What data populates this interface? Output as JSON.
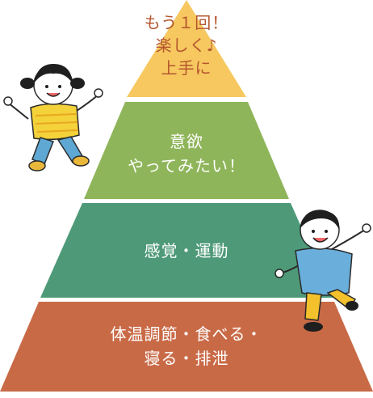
{
  "pyramid": {
    "levels": [
      {
        "id": "top",
        "lines": [
          "もう１回！",
          "楽しく♪",
          "上手に"
        ],
        "fill": "#f6c85f",
        "text_color": "#b5562f"
      },
      {
        "id": "motivation",
        "lines": [
          "意欲",
          "やってみたい！"
        ],
        "fill": "#8fb55a",
        "text_color": "#ffffff"
      },
      {
        "id": "sensory",
        "lines": [
          "感覚・運動"
        ],
        "fill": "#4e9a78",
        "text_color": "#ffffff"
      },
      {
        "id": "base",
        "lines": [
          "体温調節・食べる・",
          "寝る・排泄"
        ],
        "fill": "#c96a47",
        "text_color": "#ffffff"
      }
    ]
  },
  "illustrations": {
    "left_child": {
      "description_icon": "girl-with-pigtails-icon",
      "shirt_color": "#f3d23a",
      "pants_color": "#5fa8d3"
    },
    "right_child": {
      "description_icon": "boy-running-icon",
      "shirt_color": "#6aaedb",
      "pants_color": "#f3c12c"
    }
  }
}
